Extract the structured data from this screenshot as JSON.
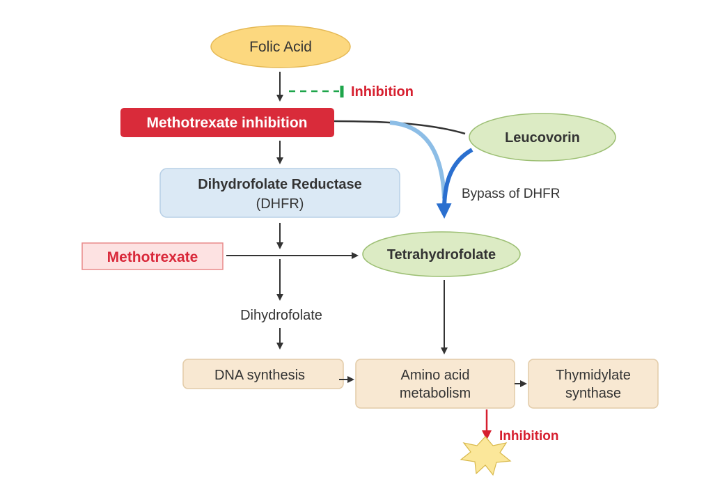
{
  "nodes": {
    "folic_acid": "Folic Acid",
    "methotrexate_inhibition": "Methotrexate inhibition",
    "leucovorin": "Leucovorin",
    "dhfr_line1": "Dihydrofolate Reductase",
    "dhfr_line2": "(DHFR)",
    "methotrexate": "Methotrexate",
    "tetrahydrofolate": "Tetrahydrofolate",
    "dihydrofolate": "Dihydrofolate",
    "dna_synthesis": "DNA synthesis",
    "amino_acid_line1": "Amino acid",
    "amino_acid_line2": "metabolism",
    "thymidylate_line1": "Thymidylate",
    "thymidylate_line2": "synthase"
  },
  "labels": {
    "inhibition_top": "Inhibition",
    "bypass": "Bypass of DHFR",
    "inhibition_bottom": "Inhibition"
  },
  "colors": {
    "folic_fill": "#fcd87f",
    "red_box": "#d92b3a",
    "pink_box": "#fde2e2",
    "pink_text": "#d9283a",
    "green_ellipse": "#dcebc4",
    "blue_box": "#dbe9f5",
    "beige_box": "#f8e8d2",
    "bypass_arrow": "#2a6fcf",
    "inhibition_green": "#1ea54b",
    "inhibition_red": "#d61f2f",
    "star_fill": "#fbe79a"
  }
}
